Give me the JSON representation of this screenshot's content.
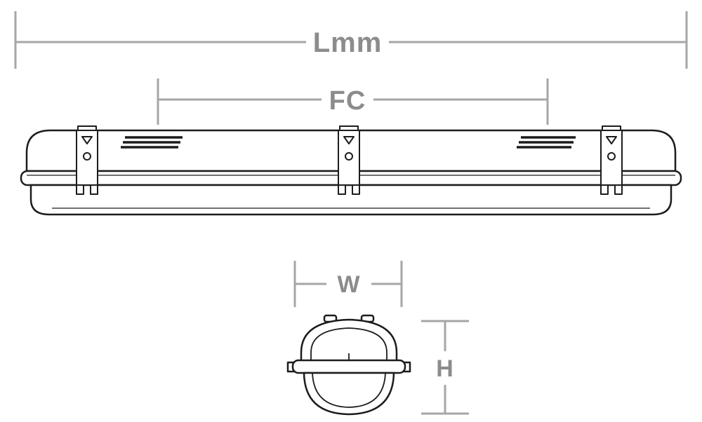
{
  "diagram": {
    "description": "Linear vapour-proof LED luminaire dimension drawing",
    "labels": {
      "length": "Lmm",
      "fixing_centers": "FC",
      "width": "W",
      "height": "H"
    },
    "colors": {
      "dimension_line": "#a6a6a6",
      "dimension_label": "#8c8c8c",
      "outline": "#1c1c1c",
      "body_fill": "#ffffff"
    }
  }
}
